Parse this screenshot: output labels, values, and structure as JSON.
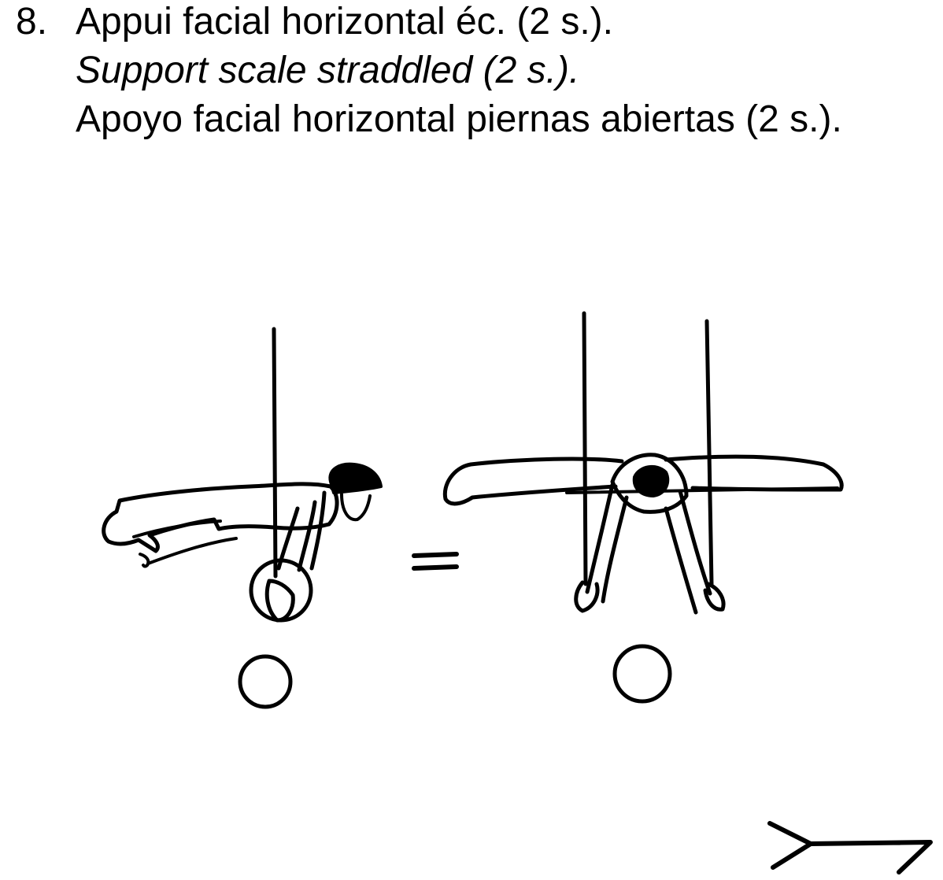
{
  "element": {
    "number": "8.",
    "french": "Appui facial horizontal éc. (2 s.).",
    "english": "Support scale straddled (2 s.).",
    "spanish": "Apoyo facial horizontal piernas abiertas (2 s.)."
  },
  "figure": {
    "views": [
      "side-view",
      "front-view"
    ],
    "connector_symbol": "=",
    "ink_color": "#000000"
  }
}
